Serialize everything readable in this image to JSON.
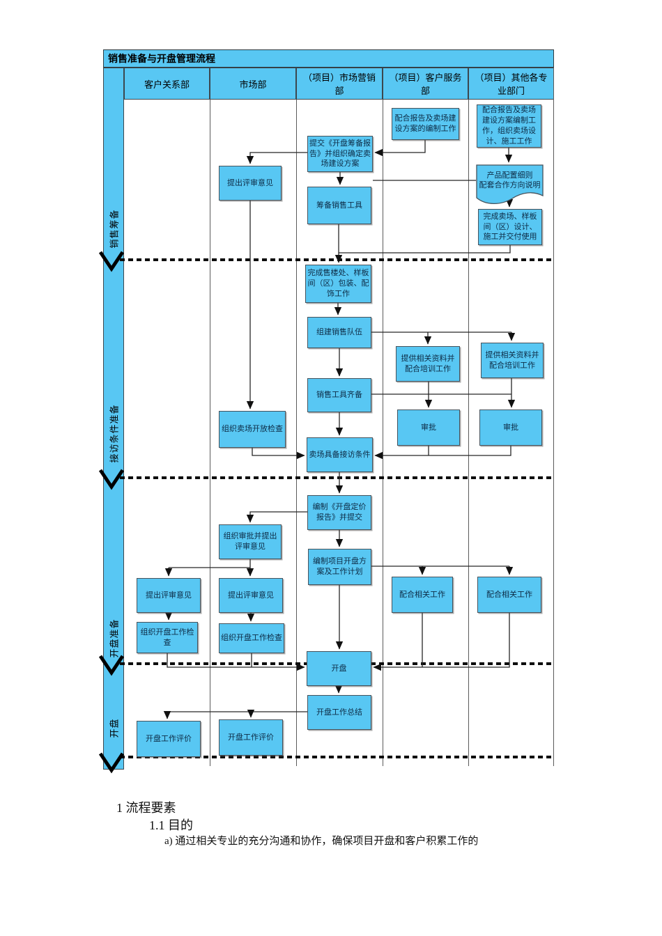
{
  "title": "销售准备与开盘管理流程",
  "columns": [
    "客户关系部",
    "市场部",
    "（项目）市场营销部",
    "（项目）客户服务部",
    "（项目）其他各专业部门"
  ],
  "phases": [
    "销售筹备",
    "接访条件准备",
    "开盘准备",
    "开盘"
  ],
  "nodes": [
    "配合报告及卖场建设方案的编制工作",
    "配合报告及卖场建设方案编制工作，组织卖场设计、施工工作",
    "提交《开盘筹备报告》并组织确定卖场建设方案",
    "提出评审意见",
    "筹备销售工具",
    "产品配置细则\n配套合作方向说明",
    "完成卖场、样板间（区）设计、施工并交付使用",
    "完成售楼处、样板间（区）包装、配饰工作",
    "组建销售队伍",
    "提供相关资料并配合培训工作",
    "提供相关资料并配合培训工作",
    "销售工具齐备",
    "组织卖场开放检查",
    "审批",
    "审批",
    "卖场具备接访条件",
    "编制《开盘定价报告》并提交",
    "组织审批并提出评审意见",
    "编制项目开盘方案及工作计划",
    "提出评审意见",
    "提出评审意见",
    "配合相关工作",
    "配合相关工作",
    "组织开盘工作检查",
    "组织开盘工作检查",
    "开盘",
    "开盘工作总结",
    "开盘工作评价",
    "开盘工作评价"
  ],
  "footer": {
    "line1": "1 流程要素",
    "line2": "1.1 目的",
    "line3": "a) 通过相关专业的充分沟通和协作，确保项目开盘和客户积累工作的"
  },
  "colors": {
    "accent_blue": "#58c7f3",
    "box_border": "#46525b",
    "line": "#262626"
  }
}
